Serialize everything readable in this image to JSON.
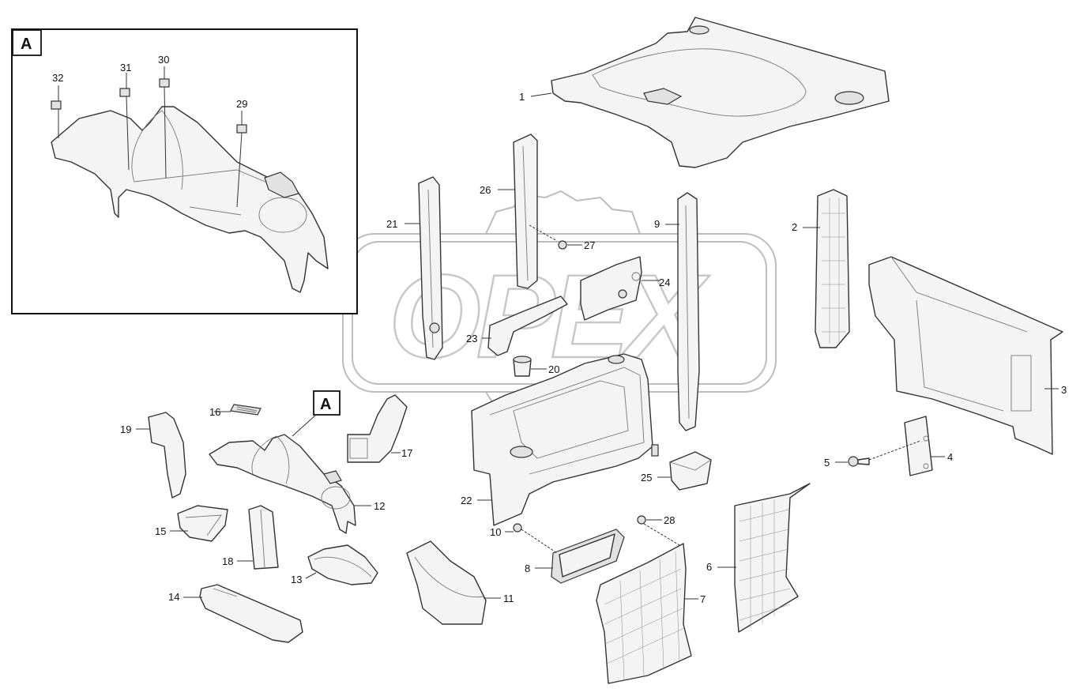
{
  "watermark": {
    "text": "OPEX"
  },
  "detail_view": {
    "tag": "A"
  },
  "callout_tag": "A",
  "labels": {
    "n1": "1",
    "n2": "2",
    "n3": "3",
    "n4": "4",
    "n5": "5",
    "n6": "6",
    "n7": "7",
    "n8": "8",
    "n9": "9",
    "n10": "10",
    "n11": "11",
    "n12": "12",
    "n13": "13",
    "n14": "14",
    "n15": "15",
    "n16": "16",
    "n17": "17",
    "n18": "18",
    "n19": "19",
    "n20": "20",
    "n21": "21",
    "n22": "22",
    "n23": "23",
    "n24": "24",
    "n25": "25",
    "n26": "26",
    "n27": "27",
    "n28": "28",
    "n29": "29",
    "n30": "30",
    "n31": "31",
    "n32": "32"
  }
}
